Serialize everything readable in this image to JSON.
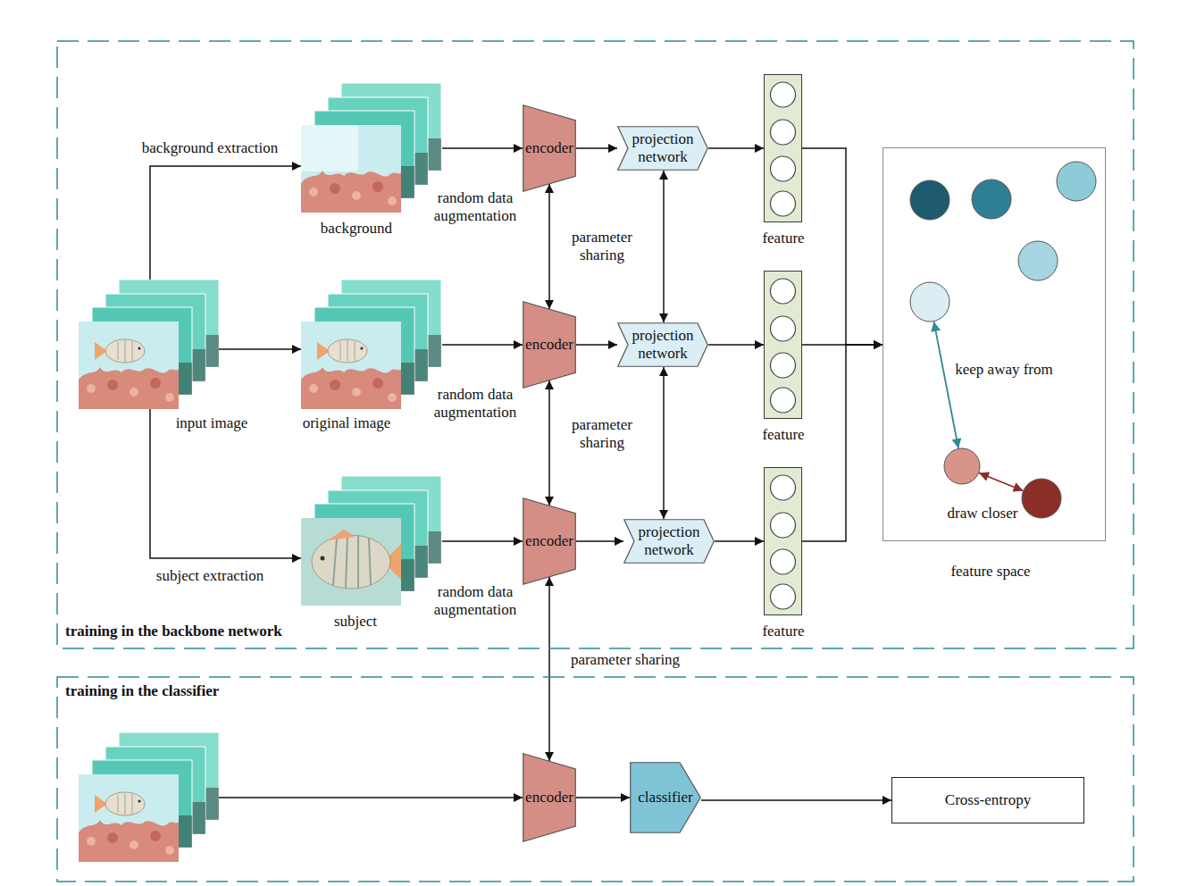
{
  "diagram": {
    "nodes": [
      {
        "text": [
          "training in the backbone network"
        ]
      },
      {
        "text": [
          "input image"
        ],
        "in": 0
      },
      {
        "text": [
          "background"
        ],
        "in": 0
      },
      {
        "text": [
          "original image"
        ],
        "in": 0
      },
      {
        "text": [
          "subject"
        ],
        "in": 0
      },
      {
        "text": [
          "encoder"
        ],
        "in": 0
      },
      {
        "text": [
          "encoder"
        ],
        "in": 0
      },
      {
        "text": [
          "encoder"
        ],
        "in": 0
      },
      {
        "text": [
          "projection network"
        ],
        "in": 0
      },
      {
        "text": [
          "projection network"
        ],
        "in": 0
      },
      {
        "text": [
          "projection network"
        ],
        "in": 0
      },
      {
        "text": [
          "feature"
        ],
        "in": 0
      },
      {
        "text": [
          "feature"
        ],
        "in": 0
      },
      {
        "text": [
          "feature"
        ],
        "in": 0
      },
      {
        "text": [
          "feature space"
        ],
        "in": 0
      },
      {
        "text": [
          "training in the classifier"
        ]
      },
      {
        "text": [
          "encoder"
        ],
        "in": 15
      },
      {
        "text": [
          "classifier"
        ],
        "in": 15
      },
      {
        "text": [
          "Cross-entropy"
        ],
        "in": 15
      }
    ],
    "edges": [
      {
        "from": 1,
        "to": 2,
        "arrow": "to",
        "label": "background extraction"
      },
      {
        "from": 1,
        "to": 3,
        "arrow": "to"
      },
      {
        "from": 1,
        "to": 4,
        "arrow": "to",
        "label": "subject extraction"
      },
      {
        "from": 2,
        "to": 5,
        "arrow": "to",
        "label": "random data augmentation"
      },
      {
        "from": 3,
        "to": 6,
        "arrow": "to",
        "label": "random data augmentation"
      },
      {
        "from": 4,
        "to": 7,
        "arrow": "to",
        "label": "random data augmentation"
      },
      {
        "from": 5,
        "to": 8,
        "arrow": "to"
      },
      {
        "from": 6,
        "to": 9,
        "arrow": "to"
      },
      {
        "from": 7,
        "to": 10,
        "arrow": "to"
      },
      {
        "from": 8,
        "to": 11,
        "arrow": "to"
      },
      {
        "from": 9,
        "to": 12,
        "arrow": "to"
      },
      {
        "from": 10,
        "to": 13,
        "arrow": "to"
      },
      {
        "from": 11,
        "to": 14,
        "arrow": "to"
      },
      {
        "from": 12,
        "to": 14,
        "arrow": "to"
      },
      {
        "from": 13,
        "to": 14,
        "arrow": "to"
      },
      {
        "from": 5,
        "to": 6,
        "arrow": "both"
      },
      {
        "from": 6,
        "to": 7,
        "arrow": "both"
      },
      {
        "from": 8,
        "to": 9,
        "arrow": "both"
      },
      {
        "from": 9,
        "to": 10,
        "arrow": "both"
      },
      {
        "from": 7,
        "to": 16,
        "arrow": "both",
        "label": "parameter sharing"
      },
      {
        "from": 16,
        "to": 17,
        "arrow": "to"
      },
      {
        "from": 17,
        "to": 18,
        "arrow": "to"
      }
    ],
    "labels": [
      "parameter sharing",
      "parameter sharing",
      "keep away from",
      "draw closer"
    ]
  }
}
